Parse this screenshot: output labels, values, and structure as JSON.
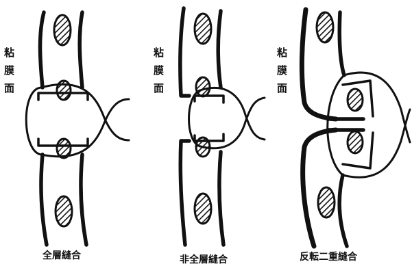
{
  "figure": {
    "panels": [
      {
        "side_label": [
          "粘",
          "膜",
          "面"
        ],
        "caption": "全層縫合"
      },
      {
        "side_label": [
          "粘",
          "膜",
          "面"
        ],
        "caption": "非全層縫合"
      },
      {
        "side_label": [
          "粘",
          "膜",
          "面"
        ],
        "caption": "反転二重縫合"
      }
    ]
  }
}
